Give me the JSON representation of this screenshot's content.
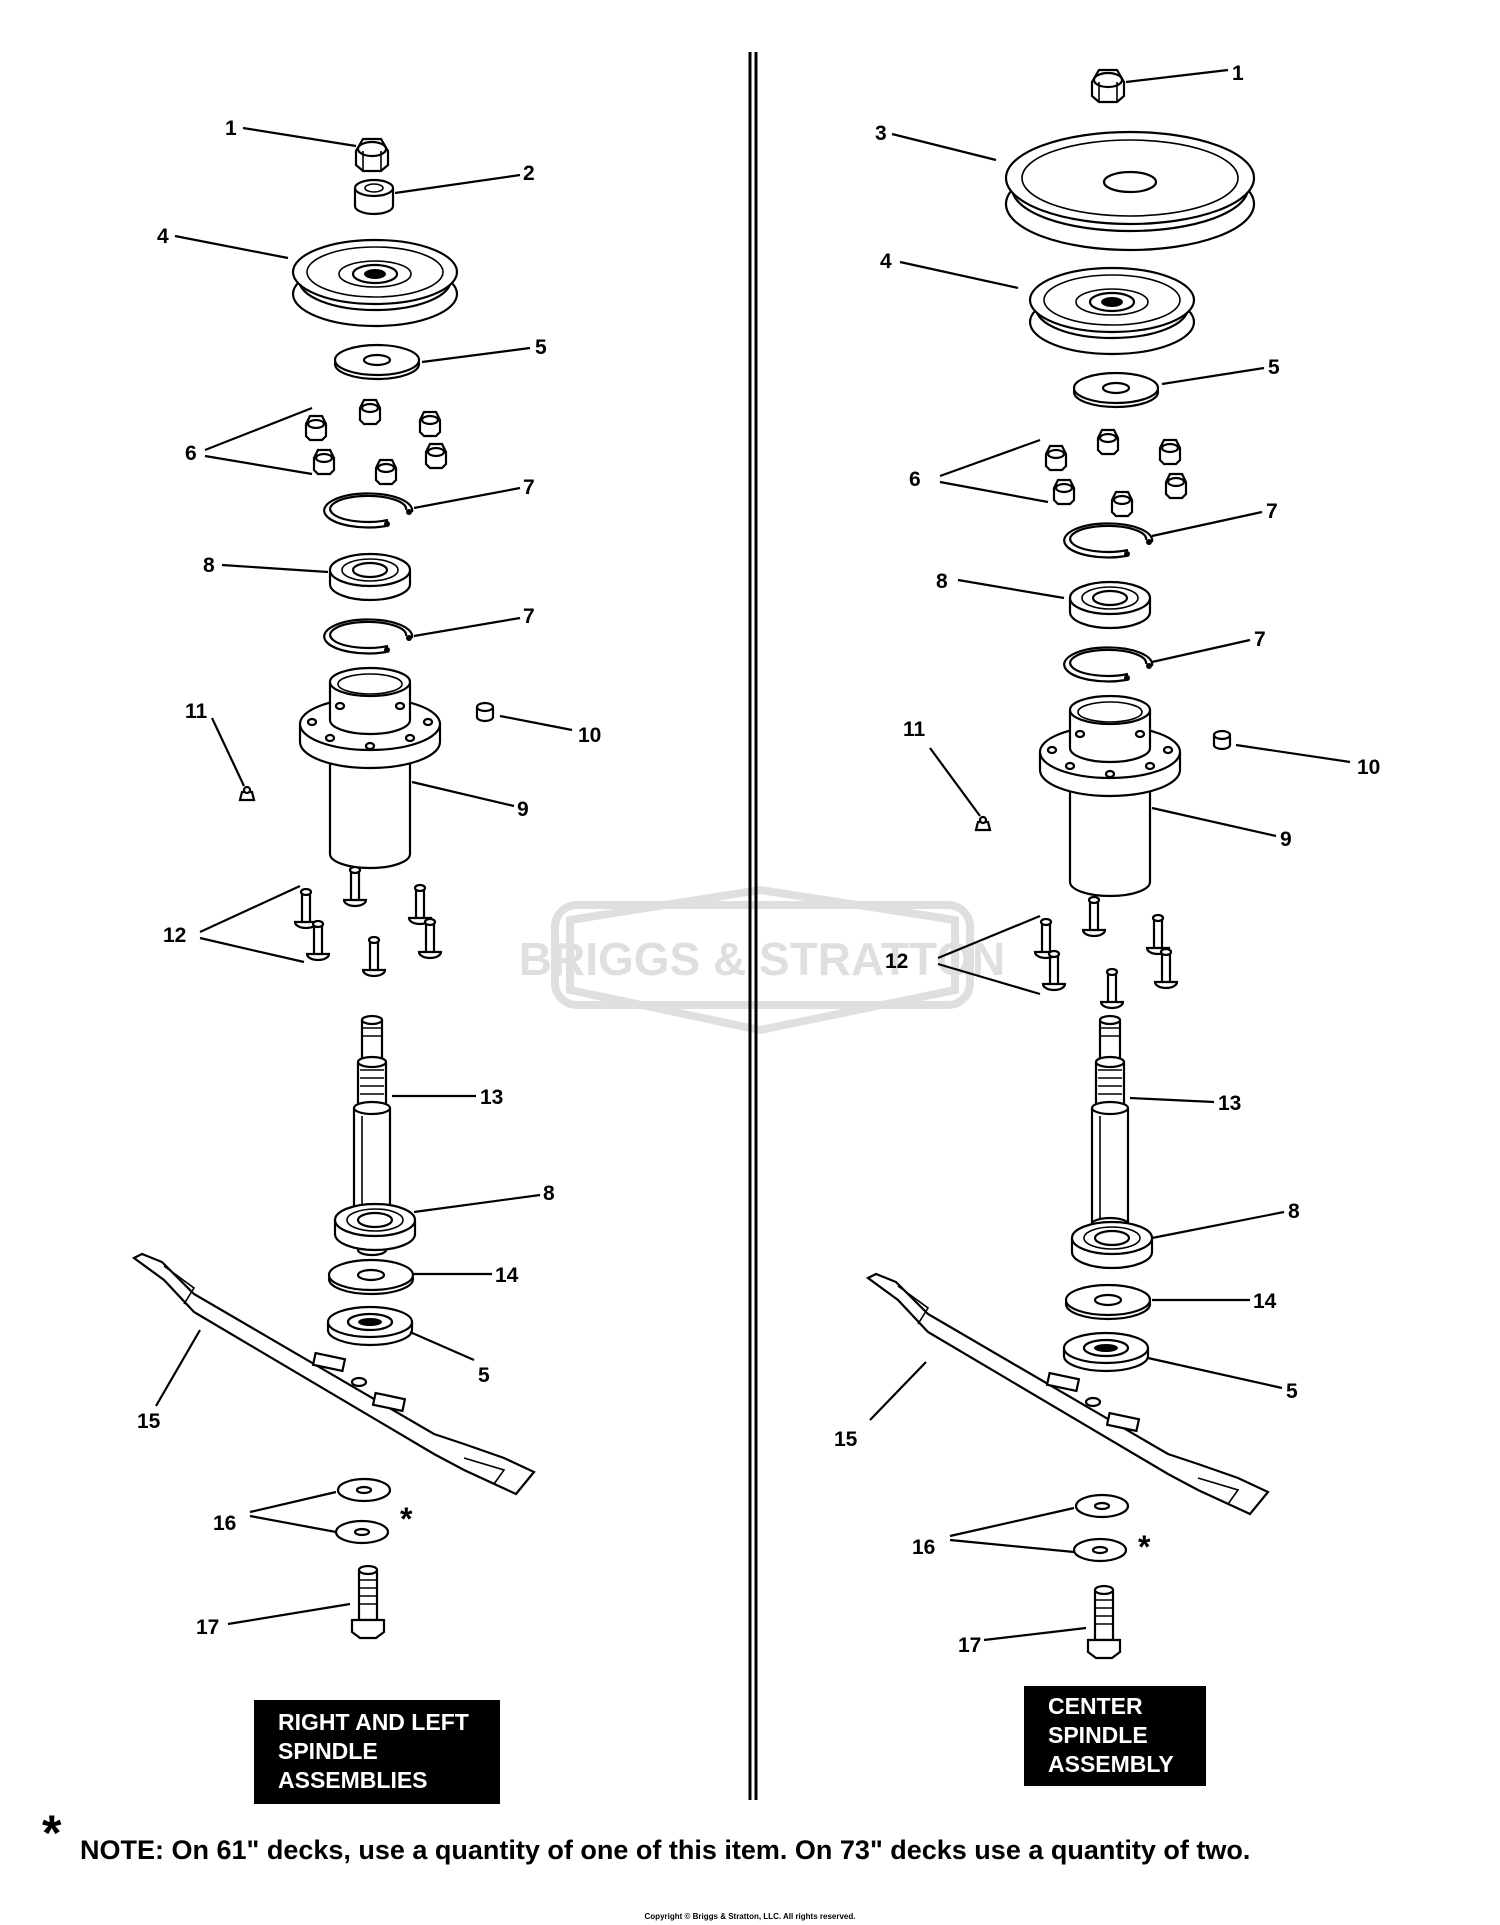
{
  "left_assembly": {
    "title_lines": [
      "RIGHT AND LEFT",
      "SPINDLE",
      "ASSEMBLIES"
    ],
    "callouts": {
      "c1": "1",
      "c2": "2",
      "c4": "4",
      "c5a": "5",
      "c6": "6",
      "c7a": "7",
      "c8a": "8",
      "c7b": "7",
      "c11": "11",
      "c10": "10",
      "c9": "9",
      "c12": "12",
      "c13": "13",
      "c8b": "8",
      "c14": "14",
      "c5b": "5",
      "c15": "15",
      "c16": "16",
      "c17": "17"
    }
  },
  "center_assembly": {
    "title_lines": [
      "CENTER",
      "SPINDLE",
      "ASSEMBLY"
    ],
    "callouts": {
      "c1": "1",
      "c3": "3",
      "c4": "4",
      "c5a": "5",
      "c6": "6",
      "c7a": "7",
      "c8a": "8",
      "c7b": "7",
      "c11": "11",
      "c10": "10",
      "c9": "9",
      "c12": "12",
      "c13": "13",
      "c8b": "8",
      "c14": "14",
      "c5b": "5",
      "c15": "15",
      "c16": "16",
      "c17": "17"
    }
  },
  "asterisk": "*",
  "watermark": "BRIGGS & STRATTON",
  "note": {
    "star": "*",
    "text": "NOTE:  On 61\" decks, use a quantity of one of this item. On 73\" decks use a quantity of two."
  },
  "copyright": "Copyright © Briggs & Stratton, LLC. All rights reserved."
}
